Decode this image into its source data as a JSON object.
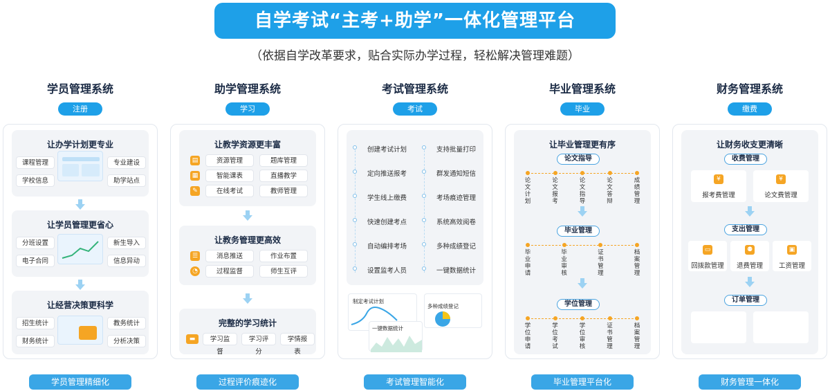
{
  "header": {
    "title": "自学考试“主考+助学”一体化管理平台",
    "subtitle": "（依据自学改革要求，贴合实际办学过程，轻松解决管理难题）"
  },
  "columns": [
    {
      "title": "学员管理系统",
      "tag": "注册",
      "footer": "学员管理精细化",
      "blocks": [
        {
          "title": "让办学计划更专业",
          "items": [
            "课程管理",
            "专业建设",
            "学校信息",
            "助学站点"
          ]
        },
        {
          "title": "让学员管理更省心",
          "items": [
            "分班设置",
            "新生导入",
            "电子合同",
            "信息异动"
          ]
        },
        {
          "title": "让经营决策更科学",
          "items": [
            "招生统计",
            "教务统计",
            "财务统计",
            "分析决策"
          ]
        }
      ]
    },
    {
      "title": "助学管理系统",
      "tag": "学习",
      "footer": "过程评价痕迹化",
      "blocks": [
        {
          "title": "让教学资源更丰富",
          "items": [
            "资源管理",
            "题库管理",
            "智能课表",
            "直播教学",
            "在线考试",
            "教师管理"
          ]
        },
        {
          "title": "让教务管理更高效",
          "items": [
            "消息推送",
            "作业布置",
            "过程监督",
            "师生互评"
          ]
        },
        {
          "title": "完整的学习统计",
          "items": [
            "学习监督",
            "学习评分",
            "学情报表"
          ]
        }
      ]
    },
    {
      "title": "考试管理系统",
      "tag": "考试",
      "footer": "考试管理智能化",
      "left_items": [
        "创建考试计划",
        "定向推送报考",
        "学生线上缴费",
        "快速创建考点",
        "自动编排考场",
        "设置监考人员"
      ],
      "right_items": [
        "支持批量打印",
        "群发通知短信",
        "考场痕迹管理",
        "系统高效阅卷",
        "多种成绩登记",
        "一键数据统计"
      ],
      "thumbs": [
        "制定考试计划",
        "多种成绩登记",
        "一键数据统计"
      ]
    },
    {
      "title": "毕业管理系统",
      "tag": "毕业",
      "footer": "毕业管理平台化",
      "heading": "让毕业管理更有序",
      "stages": [
        {
          "label": "论文指导",
          "steps": [
            "论文计划",
            "论文报考",
            "论文指导",
            "论文答辩",
            "成绩管理"
          ]
        },
        {
          "label": "毕业管理",
          "steps": [
            "毕业申请",
            "毕业审核",
            "证书管理",
            "档案管理"
          ]
        },
        {
          "label": "学位管理",
          "steps": [
            "学位申请",
            "学位考试",
            "学位审核",
            "证书管理",
            "档案管理"
          ]
        }
      ]
    },
    {
      "title": "财务管理系统",
      "tag": "缴费",
      "footer": "财务管理一体化",
      "heading": "让财务收支更清晰",
      "sections": [
        {
          "label": "收费管理",
          "items": [
            "报考费管理",
            "论文费管理"
          ]
        },
        {
          "label": "支出管理",
          "items": [
            "回拨款管理",
            "退费管理",
            "工资管理"
          ]
        },
        {
          "label": "订单管理",
          "items": []
        }
      ]
    }
  ],
  "colors": {
    "primary": "#1ea0e8",
    "accent": "#f5a524",
    "panel": "#f2f4f7"
  }
}
